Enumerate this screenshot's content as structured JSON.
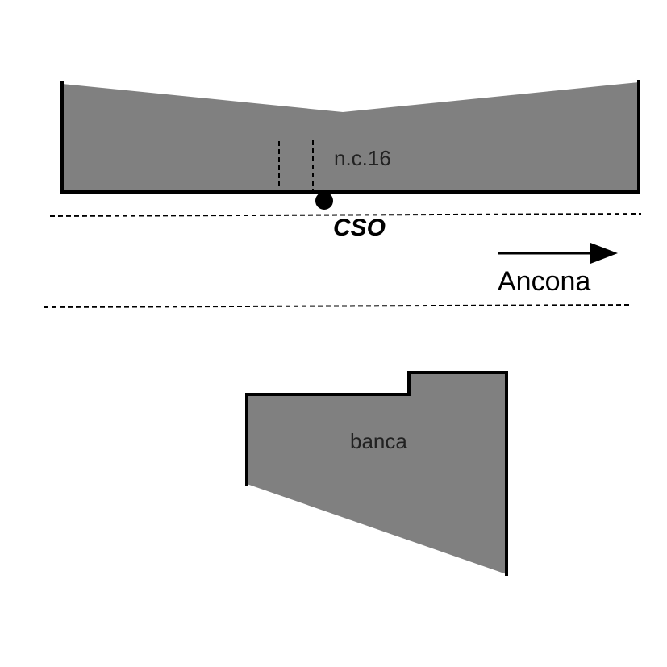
{
  "labels": {
    "building_top": "n.c.16",
    "outlet": "CSO",
    "direction": "Ancona",
    "building_bottom": "banca"
  },
  "colors": {
    "building_fill": "#808080",
    "outline": "#000000",
    "background": "#ffffff"
  }
}
